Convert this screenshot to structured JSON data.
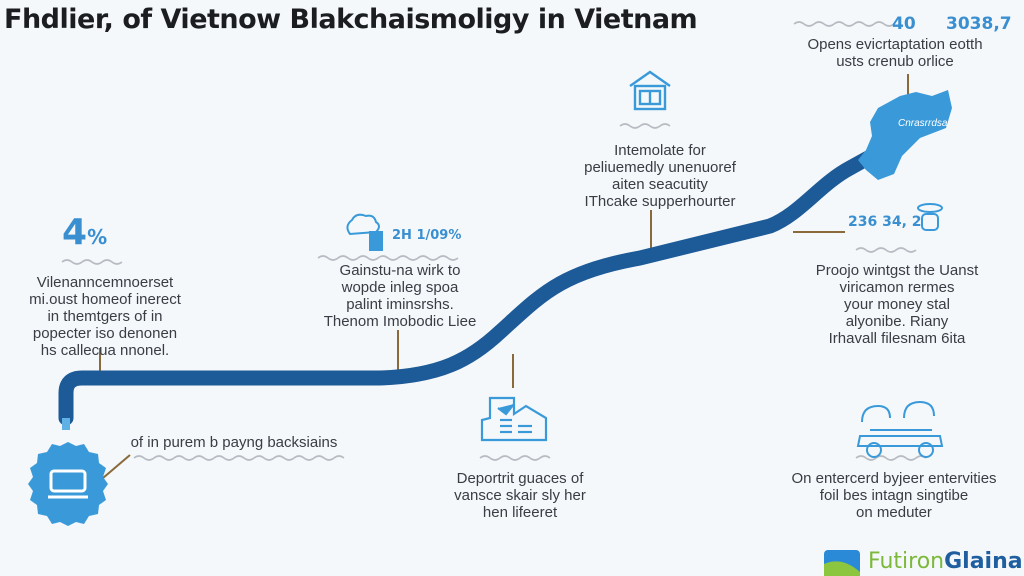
{
  "title": "Fhdlier, of Vietnow Blakchaismoligy in Vietnam",
  "colors": {
    "path": "#1d5a98",
    "accent": "#3a9ad9",
    "connector": "#8a6a3a",
    "wave": "#b8bcc2"
  },
  "milestones": [
    {
      "id": "start",
      "icon": "laptop-badge-icon",
      "text": "of in purem b payng backsiains"
    },
    {
      "id": "stat-4",
      "stat": "4",
      "stat_suffix": "%",
      "text": "Vilenanncemnoerset\nmi.oust homeof inerect\nin themtgers of in\npopecter iso denonen\nhs callecua nnonel."
    },
    {
      "id": "stat-2h",
      "icon": "cloud-trash-icon",
      "stat": "2H 1/09%",
      "text": "Gainstu-na wirk to\nwopde inleg spoa\npalint iminsrshs.\nThenom Imobodic Liee"
    },
    {
      "id": "factory",
      "icon": "factory-building-icon",
      "text": "Deportrit guaces of\nvansce skair sly her\nhen lifeeret"
    },
    {
      "id": "house",
      "icon": "house-icon",
      "text": "Intemolate for\npeliuemedly unenuoref\naiten seacutity\nIThcake supperhourter"
    },
    {
      "id": "stat-234",
      "icon": "coin-icon",
      "stat": "236 34, 2",
      "text": "Proojo wintgst the Uanst\nviricamon rermes\nyour money stal\nalyonibe. Riany\nIrhavall filesnam 6ita"
    },
    {
      "id": "vehicle",
      "icon": "vehicle-icon",
      "text": "On entercerd byjeer entervities\nfoil bes intagn singtibe\non meduter"
    },
    {
      "id": "map",
      "icon": "vietnam-map-icon",
      "map_label": "Cnrasrrdsa",
      "stat_a": "40",
      "stat_b": "3038,7",
      "text": "Opens evicrtaptation eotth\nusts crenub orlice"
    }
  ],
  "logo": {
    "part_a": "Futiron",
    "part_b": "Glainak"
  }
}
